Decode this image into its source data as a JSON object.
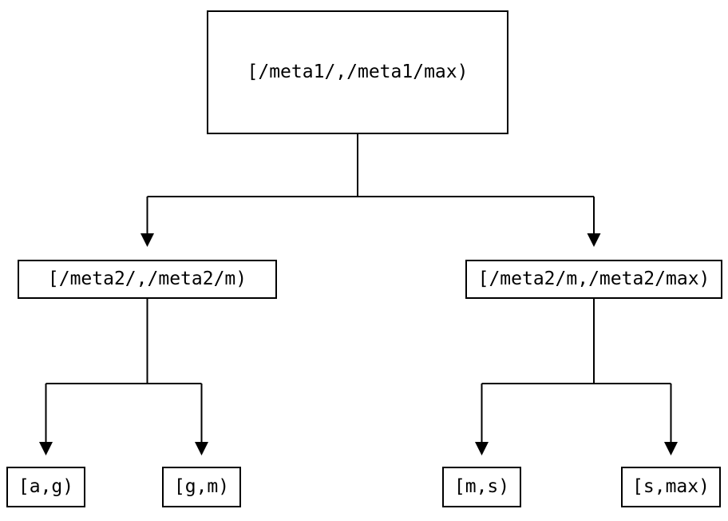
{
  "diagram": {
    "type": "tree",
    "background_color": "#ffffff",
    "line_color": "#000000",
    "text_color": "#000000",
    "nodes": {
      "root": {
        "label": "[/meta1/,/meta1/max)"
      },
      "left_child": {
        "label": "[/meta2/,/meta2/m)"
      },
      "right_child": {
        "label": "[/meta2/m,/meta2/max)"
      },
      "leaf_ag": {
        "label": "[a,g)"
      },
      "leaf_gm": {
        "label": "[g,m)"
      },
      "leaf_ms": {
        "label": "[m,s)"
      },
      "leaf_smax": {
        "label": "[s,max)"
      }
    },
    "edges": [
      {
        "from": "root",
        "to": "left_child"
      },
      {
        "from": "root",
        "to": "right_child"
      },
      {
        "from": "left_child",
        "to": "leaf_ag"
      },
      {
        "from": "left_child",
        "to": "leaf_gm"
      },
      {
        "from": "right_child",
        "to": "leaf_ms"
      },
      {
        "from": "right_child",
        "to": "leaf_smax"
      }
    ]
  }
}
